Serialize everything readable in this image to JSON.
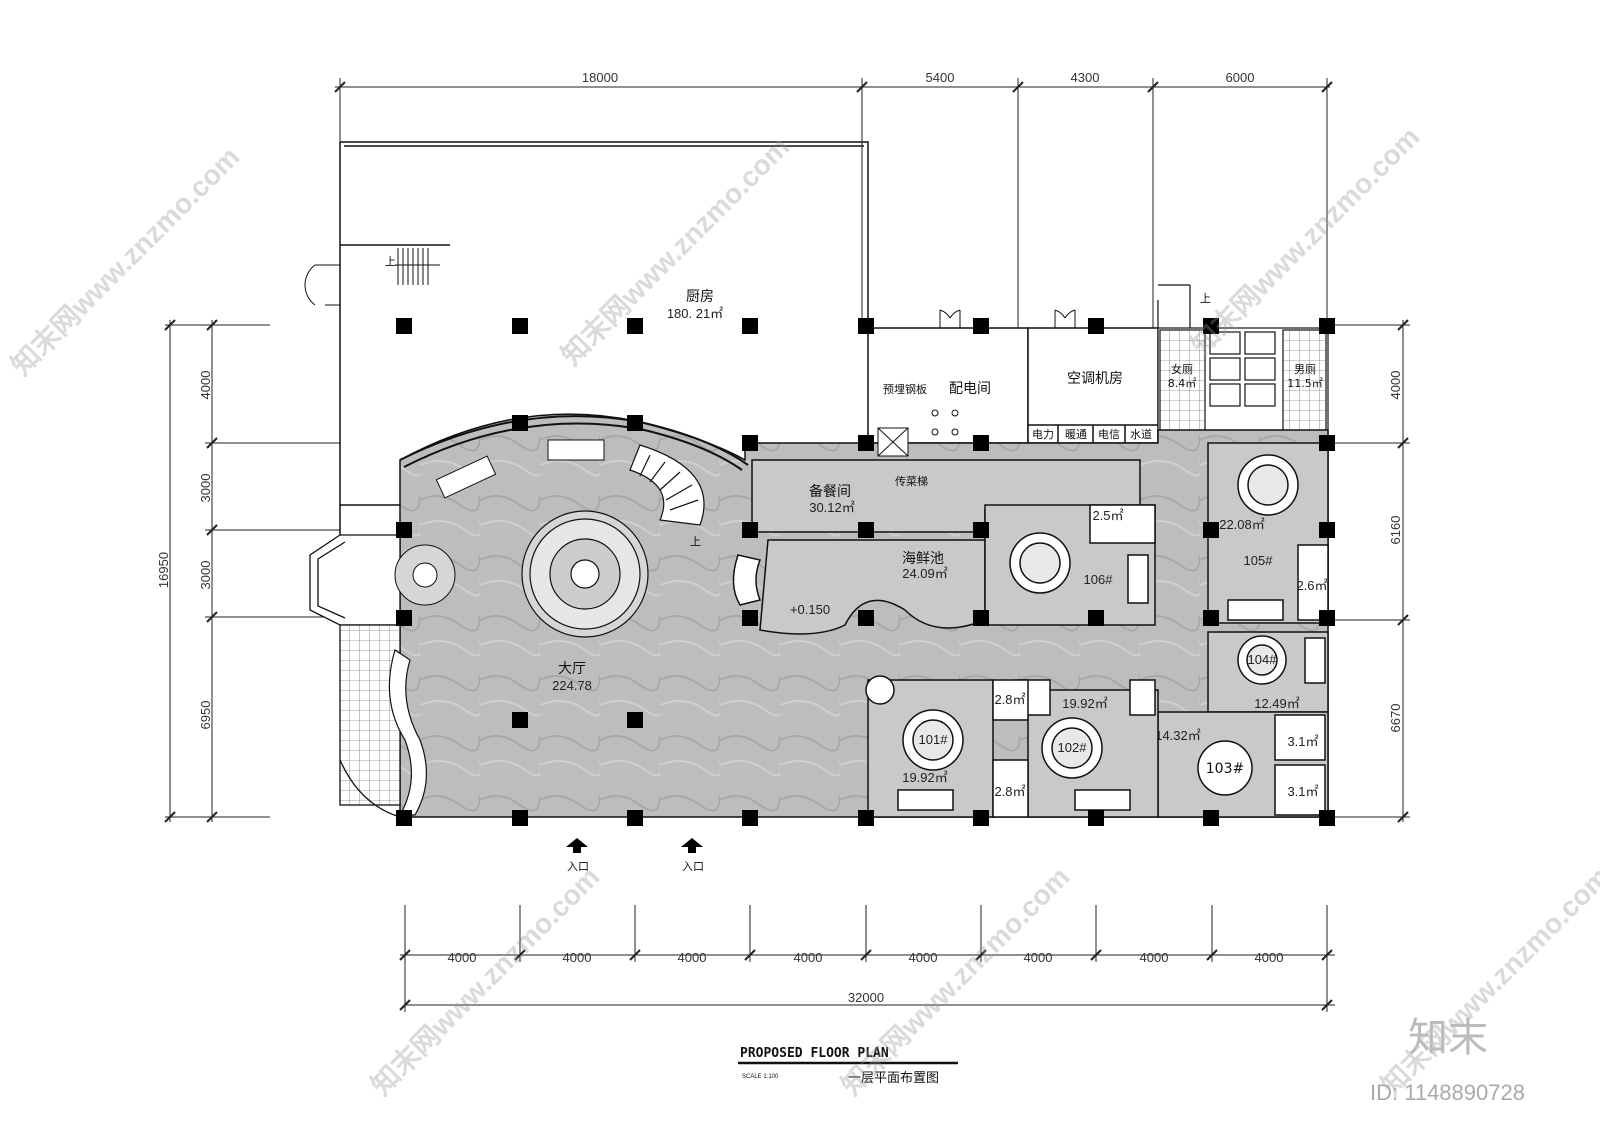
{
  "dims_top": [
    "18000",
    "5400",
    "4300",
    "6000"
  ],
  "dims_left": [
    "4000",
    "3000",
    "3000",
    "6950"
  ],
  "dim_left_total": "16950",
  "dims_right": [
    "4000",
    "6160",
    "6670"
  ],
  "dims_bottom": [
    "4000",
    "4000",
    "4000",
    "4000",
    "4000",
    "4000",
    "4000",
    "4000"
  ],
  "dim_bottom_total": "32000",
  "rooms": {
    "kitchen": {
      "name": "厨房",
      "area": "180. 21㎡"
    },
    "power": {
      "name": "配电间",
      "note": "预埋钢板"
    },
    "ac": {
      "name": "空调机房"
    },
    "women": {
      "name": "女厕",
      "area": "8.4㎡"
    },
    "men": {
      "name": "男厕",
      "area": "11.5㎡"
    },
    "shafts": [
      "电力",
      "暖通",
      "电信",
      "水道"
    ],
    "pantry": {
      "name": "备餐间",
      "area": "30.12㎡"
    },
    "dumbwaiter": {
      "name": "传菜梯"
    },
    "seafood": {
      "name": "海鲜池",
      "area": "24.09㎡"
    },
    "lobby": {
      "name": "大厅",
      "area": "224.78"
    },
    "level": "+0.150",
    "r106": {
      "name": "106#",
      "bath": "2.5㎡"
    },
    "r105": {
      "name": "105#",
      "area": "22.08㎡",
      "bath": "2.6㎡"
    },
    "r104": {
      "name": "104#",
      "area": "12.49㎡"
    },
    "r103": {
      "name": "103#",
      "area": "14.32㎡",
      "bath1": "3.1㎡",
      "bath2": "3.1㎡"
    },
    "r102": {
      "name": "102#",
      "area": "19.92㎡"
    },
    "r101": {
      "name": "101#",
      "area": "19.92㎡",
      "bath1": "2.8㎡",
      "bath2": "2.8㎡"
    }
  },
  "stairs_up": "上",
  "entrances": [
    "入口",
    "入口"
  ],
  "title": "PROPOSED FLOOR PLAN",
  "scale": "SCALE 1:100",
  "subtitle": "一层平面布置图",
  "watermark": "知末网www.znzmo.com",
  "brand": "知末",
  "id_text": "ID: 1148890728",
  "colors": {
    "floor": "#c9c9c9",
    "lobby": "#b8b8b8",
    "line": "#111111"
  }
}
